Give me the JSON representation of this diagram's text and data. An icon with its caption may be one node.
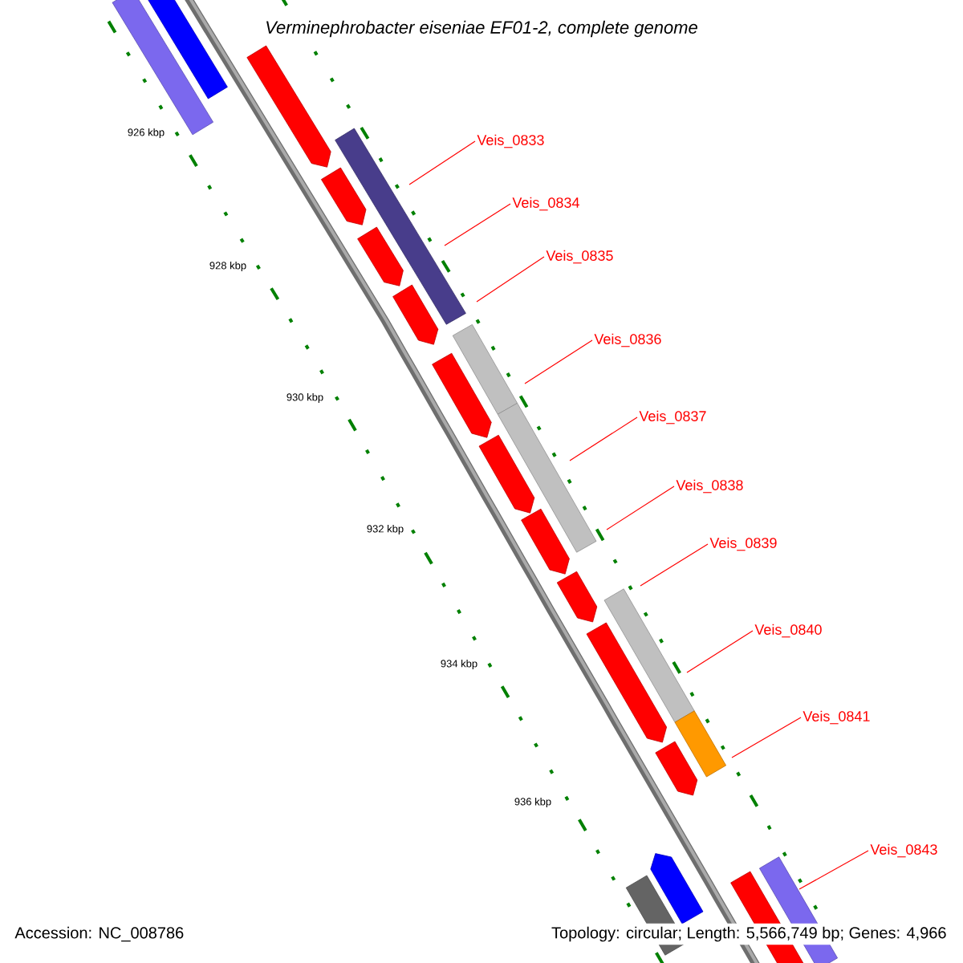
{
  "diagram": {
    "title": "Verminephrobacter eiseniae EF01-2, complete genome",
    "nodes": [
      {
        "text": [
          "Veis_0833"
        ]
      },
      {
        "text": [
          "Veis_0834"
        ]
      },
      {
        "text": [
          "Veis_0835"
        ]
      },
      {
        "text": [
          "Veis_0836"
        ]
      },
      {
        "text": [
          "Veis_0837"
        ]
      },
      {
        "text": [
          "Veis_0838"
        ]
      },
      {
        "text": [
          "Veis_0839"
        ]
      },
      {
        "text": [
          "Veis_0840"
        ]
      },
      {
        "text": [
          "Veis_0841"
        ]
      },
      {
        "text": [
          "Veis_0843"
        ]
      }
    ],
    "edges": [
      {
        "from": 0,
        "to": null,
        "arrow": "none"
      },
      {
        "from": 1,
        "to": null,
        "arrow": "none"
      },
      {
        "from": 2,
        "to": null,
        "arrow": "none"
      },
      {
        "from": 3,
        "to": null,
        "arrow": "none"
      },
      {
        "from": 4,
        "to": null,
        "arrow": "none"
      },
      {
        "from": 5,
        "to": null,
        "arrow": "none"
      },
      {
        "from": 6,
        "to": null,
        "arrow": "none"
      },
      {
        "from": 7,
        "to": null,
        "arrow": "none"
      },
      {
        "from": 8,
        "to": null,
        "arrow": "none"
      },
      {
        "from": 9,
        "to": null,
        "arrow": "none"
      }
    ],
    "labels": [
      "926 kbp",
      "928 kbp",
      "930 kbp",
      "932 kbp",
      "934 kbp",
      "936 kbp",
      "Accession: NC_008786",
      "Topology: circular; Length: 5,566,749 bp; Genes: 4,966"
    ]
  }
}
